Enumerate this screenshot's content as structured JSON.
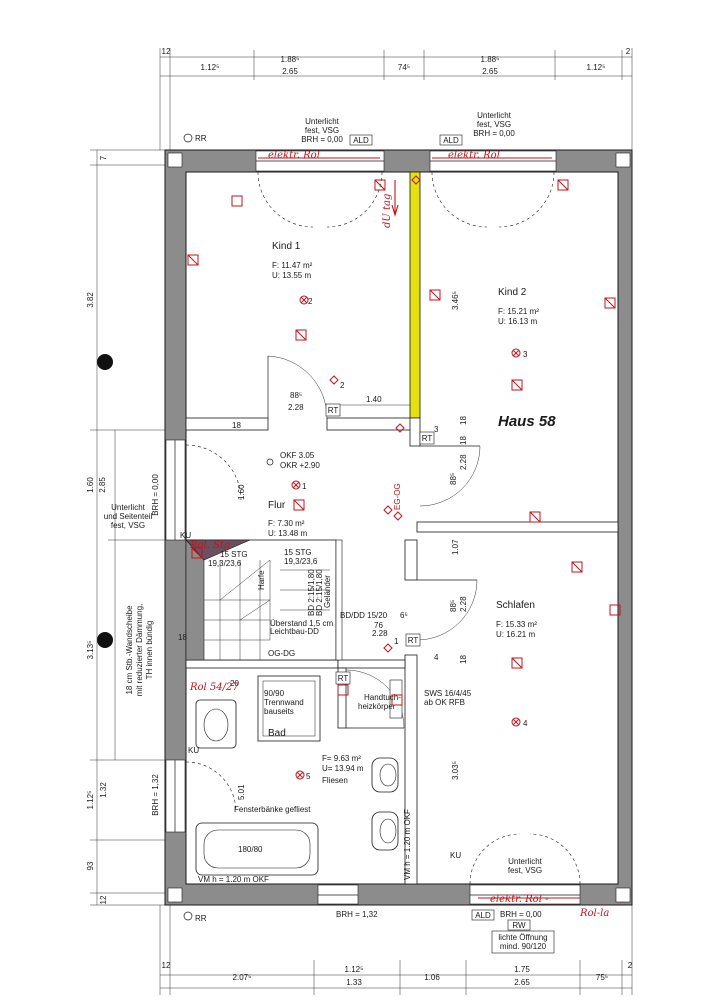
{
  "title": "Haus 58",
  "dims_top": {
    "d12": "12",
    "d112": "1.12⁵",
    "d188a": "1.88⁵",
    "d265a": "2.65",
    "d74": "74⁵",
    "d188b": "1.88⁵",
    "d265b": "2.65",
    "d112r": "1.12⁵",
    "d2": "2"
  },
  "dims_bottom": {
    "d12": "12",
    "d207": "2.07⁵",
    "d112": "1.12⁵",
    "d133": "1.33",
    "d106": "1.06",
    "d175": "1.75",
    "d265": "2.65",
    "d75": "75⁵",
    "d2": "2"
  },
  "dims_left": {
    "d7": "7",
    "d382": "3.82",
    "d160": "1.60",
    "d285": "2.85",
    "d313": "3.13⁵",
    "d132": "1.32",
    "d112": "1.12⁵",
    "d93": "93",
    "d12": "12"
  },
  "rooms": {
    "kind1": {
      "name": "Kind 1",
      "area": "F: 11.47 m²",
      "perim": "U: 13.55 m"
    },
    "kind2": {
      "name": "Kind 2",
      "area": "F: 15.21 m²",
      "perim": "U: 16.13 m"
    },
    "flur": {
      "name": "Flur",
      "area": "F: 7.30 m²",
      "perim": "U: 13.48 m"
    },
    "schlafen": {
      "name": "Schlafen",
      "area": "F: 15.33 m²",
      "perim": "U: 16.21 m"
    },
    "bad": {
      "name": "Bad",
      "area": "F= 9.63 m²",
      "perim": "U= 13.94 m",
      "floor": "Fliesen"
    }
  },
  "window_notes": {
    "top_left": [
      "Unterlicht",
      "fest, VSG",
      "BRH = 0,00"
    ],
    "top_right": [
      "Unterlicht",
      "fest, VSG",
      "BRH = 0,00"
    ],
    "left_mid": [
      "Unterlicht",
      "und Seitenteil",
      "fest, VSG"
    ],
    "bottom_right": [
      "Unterlicht",
      "fest, VSG"
    ]
  },
  "labels": {
    "ald": "ALD",
    "rr": "RR",
    "rw": "RW",
    "rt": "RT",
    "ku": "KU",
    "okf": "OKF 3.05",
    "okr": "OKR +2.90",
    "brh_left_top": "BRH = 0,00",
    "brh_left_bot": "BRH = 1,32",
    "brh_bottom": "BRH = 1,32",
    "brh_bottom_right": "BRH = 0,00",
    "wall_note": [
      "18 cm Stb.-Wandscheibe",
      "mit reduzierter Dämmung,",
      "TH innen bündig"
    ],
    "stair_a": [
      "15 STG",
      "19,3/23,6"
    ],
    "stair_b": [
      "15 STG",
      "19,3/23,6"
    ],
    "harfe": "Harfe",
    "gelaender": "Geländer",
    "ueberstand": [
      "Überstand 1,5 cm",
      "Leichtbau-DD"
    ],
    "og_dg": "OG-DG",
    "bd_dd": "BD/DD 15/20",
    "d76": "76",
    "d228c": "2.28",
    "stair_side": [
      "BD 2:15/1,80",
      "BD 2:15/1,80"
    ],
    "trennwand": [
      "90/90",
      "Trennwand",
      "bauseits"
    ],
    "handtuch": [
      "Handtuch-",
      "heizkörper"
    ],
    "sws": [
      "SWS 16/4/45",
      "ab OK RFB"
    ],
    "fenster": "Fensterbänke gefliest",
    "wanne": "180/80",
    "vm_left": "VM h = 1.20 m OKF",
    "vm_right": "VM h = 1.20 m OKF",
    "lichte": [
      "lichte Öffnung",
      "mind. 90/120"
    ],
    "eg_og": "EG-OG",
    "d88a": "88⁵",
    "d228a": "2.28",
    "d140": "1.40",
    "d346": "3.46⁵",
    "d18a": "18",
    "d228b": "2.28",
    "d18b": "18",
    "d88b": "88⁵",
    "d107": "1.07",
    "d88c": "88⁵",
    "d228d": "2.28",
    "d18c": "18",
    "d303": "3.03⁵",
    "d18d": "18",
    "d18e": "18",
    "d6": "6⁵",
    "d501": "5.01",
    "d20": "20",
    "n1": "1",
    "n2": "2",
    "n3": "3",
    "n4": "4",
    "n5": "5",
    "hand_top1": "elektr. Rol",
    "hand_top2": "elektr. Rol",
    "hand_bot": "elektr. Rol - ",
    "hand_bot2": "Rol-la",
    "hand_side": "dU tag",
    "hand_stair": "Rol. Stg",
    "hand_window": "Rol 54/27"
  }
}
